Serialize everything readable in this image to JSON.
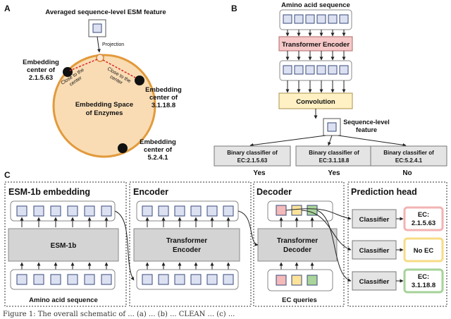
{
  "panelA": {
    "letter": "A",
    "top_label": "Averaged sequence-level ESM feature",
    "projection": "Projection",
    "space_line1": "Embedding Space",
    "space_line2": "of Enzymes",
    "close1_line1": "Close to the",
    "close1_line2": "center",
    "close2_line1": "Close to the",
    "close2_line2": "center",
    "center1": [
      "Embedding",
      "center of",
      "2.1.5.63"
    ],
    "center2": [
      "Embedding",
      "center of",
      "3.1.18.8"
    ],
    "center3": [
      "Embedding",
      "center of",
      "5.2.4.1"
    ]
  },
  "panelB": {
    "letter": "B",
    "input_label": "Amino acid sequence",
    "encoder_label": "Transformer Encoder",
    "conv_label": "Convolution",
    "feature_line1": "Sequence-level",
    "feature_line2": "feature",
    "classifiers": [
      {
        "line1": "Binary classifier of",
        "line2": "EC:2.1.5.63",
        "result": "Yes"
      },
      {
        "line1": "Binary classifier of",
        "line2": "EC:3.1.18.8",
        "result": "Yes"
      },
      {
        "line1": "Binary classifier of",
        "line2": "EC:5.2.4.1",
        "result": "No"
      }
    ]
  },
  "panelC": {
    "letter": "C",
    "esm": {
      "title": "ESM-1b embedding",
      "block": "ESM-1b",
      "bottom": "Amino acid sequence"
    },
    "encoder": {
      "title": "Encoder",
      "block_line1": "Transformer",
      "block_line2": "Encoder"
    },
    "decoder": {
      "title": "Decoder",
      "block_line1": "Transformer",
      "block_line2": "Decoder",
      "bottom": "EC queries"
    },
    "head": {
      "title": "Prediction head",
      "rows": [
        {
          "classifier": "Classifier",
          "out_line1": "EC:",
          "out_line2": "2.1.5.63"
        },
        {
          "classifier": "Classifier",
          "out_line1": "No EC",
          "out_line2": ""
        },
        {
          "classifier": "Classifier",
          "out_line1": "EC:",
          "out_line2": "3.1.18.8"
        }
      ]
    }
  },
  "caption": "Figure 1: The overall schematic of ... (a) ... (b) ... CLEAN ... (c) ...",
  "colors": {
    "encoder_fill": "#f6c8c8",
    "conv_fill": "#fff1c4",
    "sphere_fill": "#f9dcb4",
    "sphere_stroke": "#e29a3c",
    "query_red": "#f4b9b9",
    "query_yellow": "#fbe39a",
    "query_green": "#a9d49a",
    "out_red": "#f2b3b3",
    "out_yellow": "#f7dc86",
    "out_green": "#a6d39a"
  }
}
